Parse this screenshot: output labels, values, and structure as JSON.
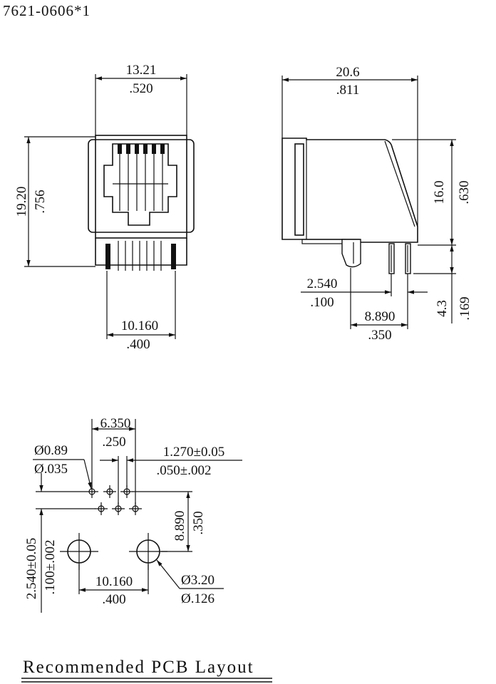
{
  "part_number": "7621-0606*1",
  "caption": "Recommended PCB Layout",
  "front_view": {
    "width_mm": "13.21",
    "width_in": ".520",
    "height_mm": "19.20",
    "height_in": ".756",
    "pin_span_mm": "10.160",
    "pin_span_in": ".400"
  },
  "side_view": {
    "length_mm": "20.6",
    "length_in": ".811",
    "height_mm": "16.0",
    "height_in": ".630",
    "pin_offset_mm": "2.540",
    "pin_offset_in": ".100",
    "pin_row_mm": "8.890",
    "pin_row_in": ".350",
    "tail_mm": "4.3",
    "tail_in": ".169"
  },
  "pcb_layout": {
    "pitch_mm": "6.350",
    "pitch_in": ".250",
    "hole_dia_mm": "Ø0.89",
    "hole_dia_in": "Ø.035",
    "pin_pitch_mm": "1.270±0.05",
    "pin_pitch_in": ".050±.002",
    "row_to_post_mm": "8.890",
    "row_to_post_in": ".350",
    "row_offset_mm": "2.540±0.05",
    "row_offset_in": ".100±.002",
    "post_span_mm": "10.160",
    "post_span_in": ".400",
    "post_dia_mm": "Ø3.20",
    "post_dia_in": "Ø.126"
  }
}
